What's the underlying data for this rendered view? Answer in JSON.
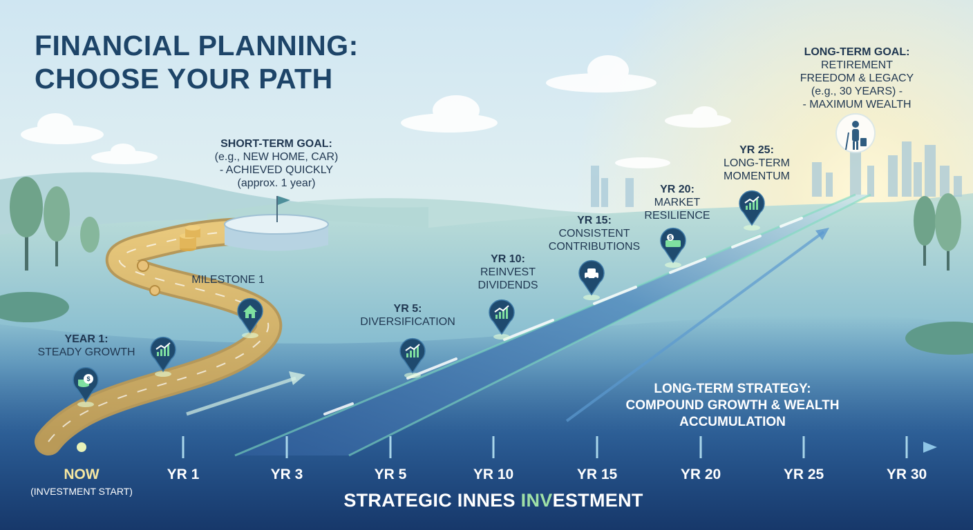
{
  "title": {
    "line1": "FINANCIAL PLANNING:",
    "line2": "CHOOSE YOUR PATH"
  },
  "short_goal": {
    "heading": "SHORT-TERM GOAL:",
    "lines": [
      "(e.g., NEW HOME, CAR)",
      "- ACHIEVED QUICKLY",
      "(approx. 1 year)"
    ]
  },
  "long_goal": {
    "heading": "LONG-TERM GOAL:",
    "lines": [
      "RETIREMENT",
      "FREEDOM & LEGACY",
      "(e.g., 30 YEARS) -",
      "- MAXIMUM WEALTH"
    ]
  },
  "labels": {
    "year1": {
      "heading": "YEAR 1:",
      "text": "STEADY GROWTH"
    },
    "milestone1": "MILESTONE 1",
    "yr5": {
      "heading": "YR 5:",
      "text": "DIVERSIFICATION"
    },
    "yr10": {
      "heading": "YR 10:",
      "lines": [
        "REINVEST",
        "DIVIDENDS"
      ]
    },
    "yr15": {
      "heading": "YR 15:",
      "lines": [
        "CONSISTENT",
        "CONTRIBUTIONS"
      ]
    },
    "yr20": {
      "heading": "YR 20:",
      "lines": [
        "MARKET",
        "RESILIENCE"
      ]
    },
    "yr25": {
      "heading": "YR 25:",
      "lines": [
        "LONG-TERM",
        "MOMENTUM"
      ]
    }
  },
  "strategy": {
    "line1": "LONG-TERM STRATEGY:",
    "line2": "COMPOUND GROWTH & WEALTH ACCUMULATION"
  },
  "timeline": {
    "ticks": [
      "NOW",
      "YR 1",
      "YR 3",
      "YR 5",
      "YR 10",
      "YR 15",
      "YR 20",
      "YR 25",
      "YR 30"
    ],
    "start_note": "(INVESTMENT START)"
  },
  "footer": {
    "part1": "STRATEGIC INNES ",
    "accent": "INV",
    "part2": "ESTMENT"
  },
  "pins": [
    {
      "name": "coin-stack-icon",
      "label": "year 1 pin"
    },
    {
      "name": "growth-chart-icon",
      "label": "steady growth pin"
    },
    {
      "name": "house-icon",
      "label": "milestone pin"
    },
    {
      "name": "growth-chart-icon",
      "label": "yr 5 pin"
    },
    {
      "name": "growth-chart-icon",
      "label": "yr 10 pin"
    },
    {
      "name": "car-icon",
      "label": "yr 15 pin"
    },
    {
      "name": "cash-icon",
      "label": "yr 20 pin"
    },
    {
      "name": "growth-chart-icon",
      "label": "yr 25 pin"
    }
  ],
  "colors": {
    "title": "#1d4468",
    "pin": "#1f4a6e",
    "pin_icon": "#7fe0a0",
    "road_blue": "#3d6fa8",
    "road_gold": "#d9b65a",
    "timeline_gold": "#f3dd8a",
    "timeline_blue": "#8ec5e6"
  }
}
